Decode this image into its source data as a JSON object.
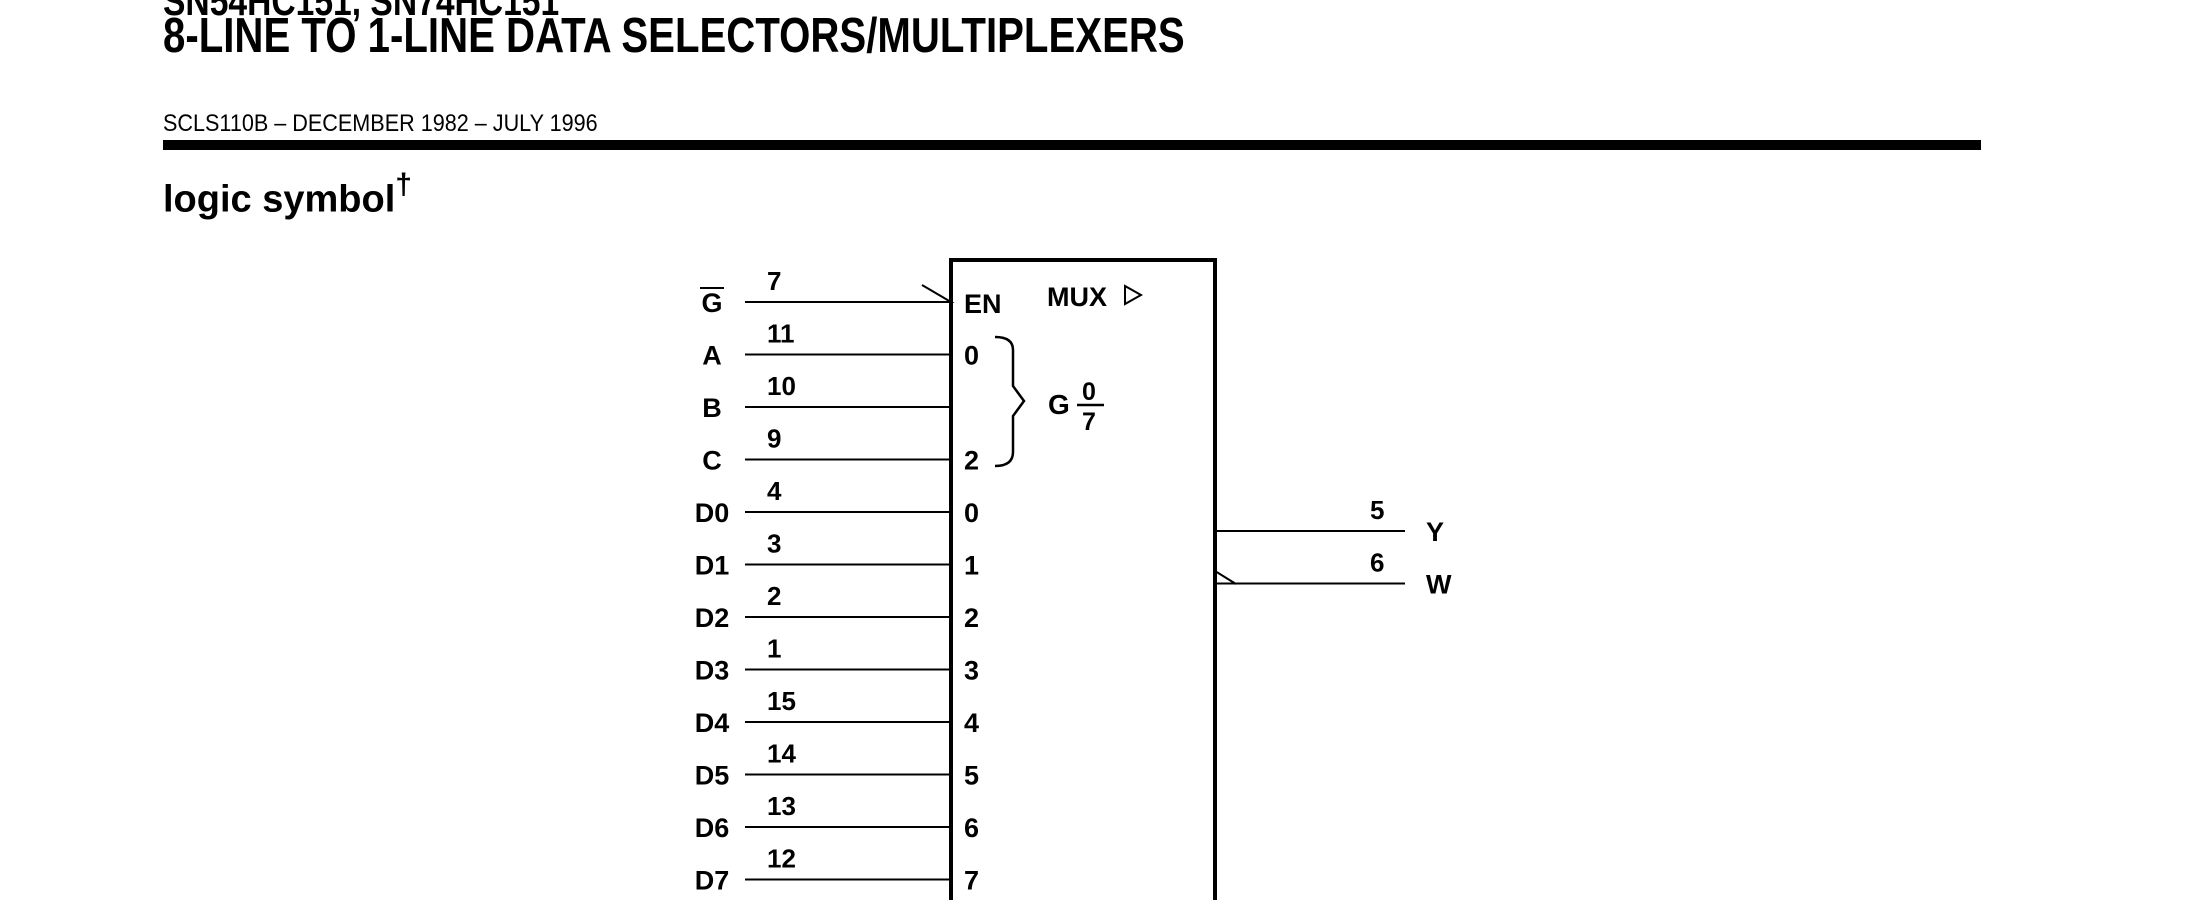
{
  "header": {
    "cut_title": "SN54HC151, SN74HC151",
    "title": "8-LINE TO 1-LINE DATA SELECTORS/MULTIPLEXERS",
    "doc_id": "SCLS110B – DECEMBER 1982 – JULY 1996"
  },
  "section": {
    "title": "logic symbol",
    "dagger": "†"
  },
  "diagram": {
    "function_label": "MUX",
    "enable_label": "EN",
    "select_group_label": "G",
    "select_range_top": "0",
    "select_range_bottom": "7",
    "inputs": [
      {
        "name": "G",
        "pin": "7",
        "internal": "",
        "active_low": true
      },
      {
        "name": "A",
        "pin": "11",
        "internal": "0"
      },
      {
        "name": "B",
        "pin": "10",
        "internal": ""
      },
      {
        "name": "C",
        "pin": "9",
        "internal": "2"
      },
      {
        "name": "D0",
        "pin": "4",
        "internal": "0"
      },
      {
        "name": "D1",
        "pin": "3",
        "internal": "1"
      },
      {
        "name": "D2",
        "pin": "2",
        "internal": "2"
      },
      {
        "name": "D3",
        "pin": "1",
        "internal": "3"
      },
      {
        "name": "D4",
        "pin": "15",
        "internal": "4"
      },
      {
        "name": "D5",
        "pin": "14",
        "internal": "5"
      },
      {
        "name": "D6",
        "pin": "13",
        "internal": "6"
      },
      {
        "name": "D7",
        "pin": "12",
        "internal": "7"
      }
    ],
    "outputs": [
      {
        "name": "Y",
        "pin": "5",
        "inverted": false
      },
      {
        "name": "W",
        "pin": "6",
        "inverted": true
      }
    ]
  }
}
